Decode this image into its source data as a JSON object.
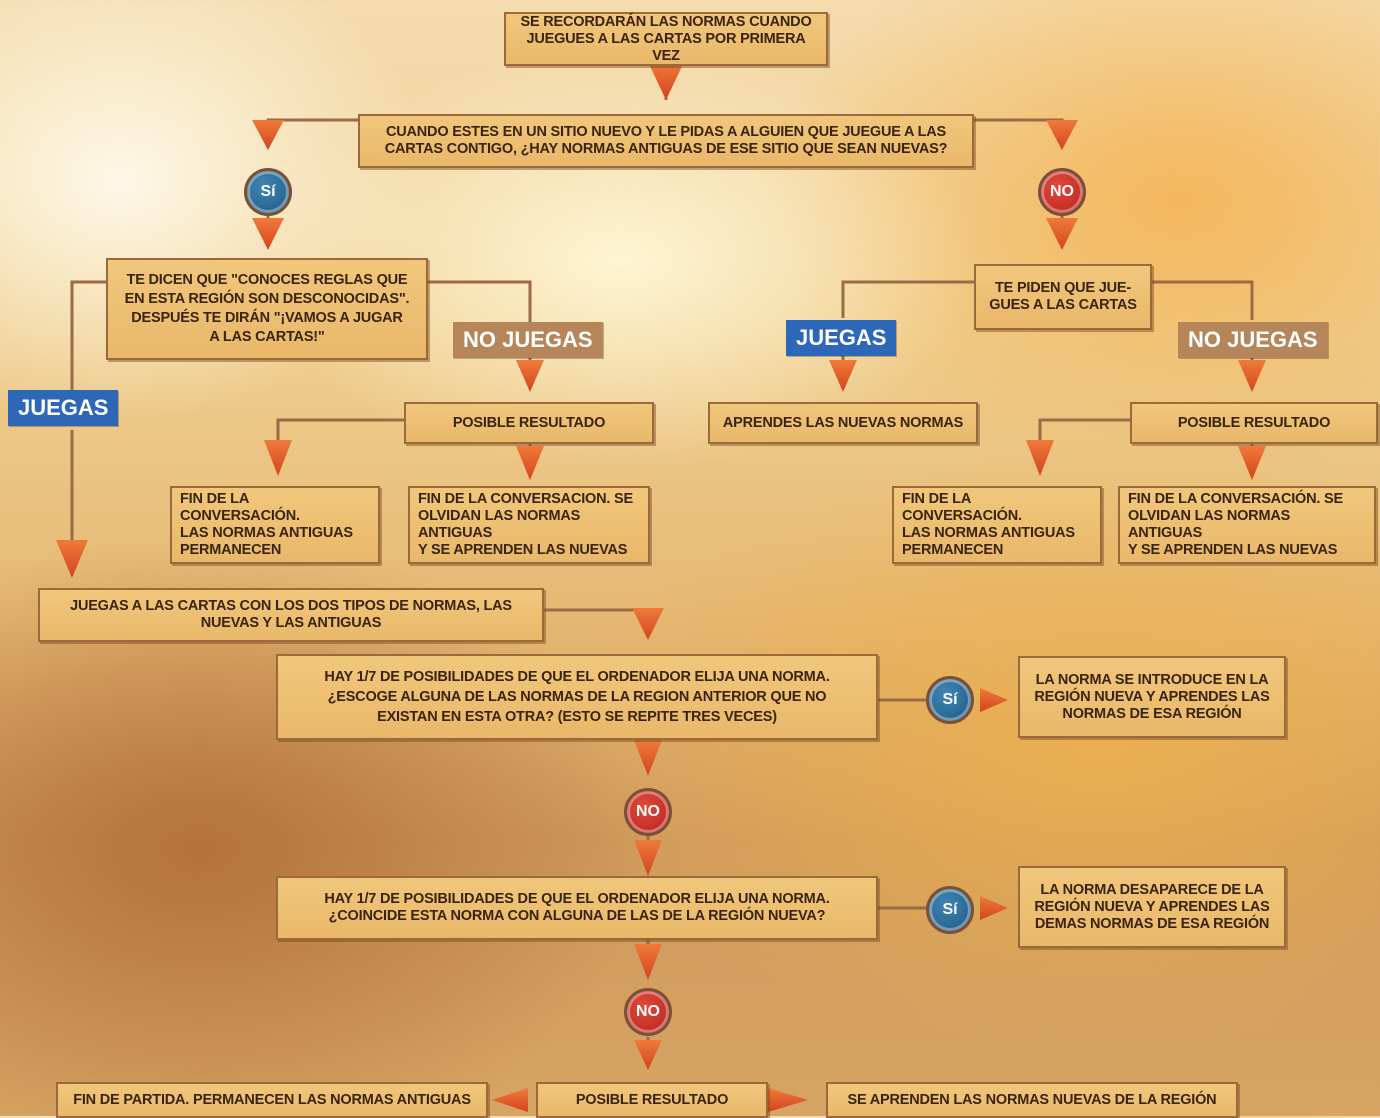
{
  "top_box": "SE RECORDARÁN LAS NORMAS CUANDO\nJUEGUES A LAS CARTAS POR PRIMERA VEZ",
  "question_1": "CUANDO ESTES EN UN SITIO NUEVO Y LE PIDAS A ALGUIEN QUE JUEGUE A LAS\nCARTAS CONTIGO, ¿HAY NORMAS ANTIGUAS DE ESE SITIO QUE SEAN NUEVAS?",
  "yes_label": "Sí",
  "no_label": "NO",
  "left_branch": {
    "message": "TE DICEN QUE \"CONOCES REGLAS QUE\nEN ESTA REGIÓN SON DESCONOCIDAS\".\nDESPUÉS TE DIRÁN \"¡VAMOS A JUGAR\nA LAS CARTAS!\"",
    "juegas": "JUEGAS",
    "no_juegas": "NO JUEGAS",
    "posible_resultado": "POSIBLE RESULTADO",
    "result_a": "FIN DE LA CONVERSACIÓN.\nLAS NORMAS ANTIGUAS\nPERMANECEN",
    "result_b": "FIN DE LA CONVERSACION. SE\nOLVIDAN LAS NORMAS ANTIGUAS\nY SE APRENDEN LAS NUEVAS"
  },
  "right_branch": {
    "message": "TE PIDEN QUE JUE-\nGUES A LAS CARTAS",
    "juegas": "JUEGAS",
    "no_juegas": "NO JUEGAS",
    "learn": "APRENDES LAS NUEVAS NORMAS",
    "posible_resultado": "POSIBLE RESULTADO",
    "result_a": "FIN DE LA CONVERSACIÓN.\nLAS NORMAS ANTIGUAS\nPERMANECEN",
    "result_b": "FIN DE LA CONVERSACIÓN. SE\nOLVIDAN LAS NORMAS ANTIGUAS\nY SE APRENDEN LAS NUEVAS"
  },
  "play_both": "JUEGAS A LAS CARTAS CON LOS DOS TIPOS DE NORMAS, LAS\nNUEVAS Y LAS ANTIGUAS",
  "question_2": "HAY 1/7 DE POSIBILIDADES DE QUE EL ORDENADOR ELIJA UNA NORMA.\n¿ESCOGE ALGUNA DE LAS NORMAS DE LA REGION ANTERIOR QUE NO\nEXISTAN EN ESTA OTRA? (ESTO SE REPITE TRES VECES)",
  "answer_2_yes": "LA NORMA SE INTRODUCE EN LA\nREGIÓN NUEVA Y APRENDES LAS\nNORMAS DE ESA REGIÓN",
  "question_3": "HAY 1/7 DE POSIBILIDADES DE QUE EL ORDENADOR ELIJA UNA NORMA.\n¿COINCIDE ESTA NORMA CON ALGUNA DE LAS DE LA REGIÓN NUEVA?",
  "answer_3_yes": "LA NORMA DESAPARECE DE LA\nREGIÓN NUEVA Y APRENDES LAS\nDEMAS NORMAS DE ESA REGIÓN",
  "final_left": "FIN DE PARTIDA. PERMANECEN LAS NORMAS ANTIGUAS",
  "final_result": "POSIBLE RESULTADO",
  "final_right": "SE APRENDEN LAS NORMAS NUEVAS DE LA REGIÓN",
  "colors": {
    "box_fill": "#efc171",
    "box_border": "#9c6a3a",
    "line": "#9a6b45",
    "arrow": "#e05a2b",
    "tag_blue": "#2d67b7",
    "tag_brown": "#b6865a",
    "circle_yes": "#1e5783",
    "circle_no": "#c0271f"
  }
}
